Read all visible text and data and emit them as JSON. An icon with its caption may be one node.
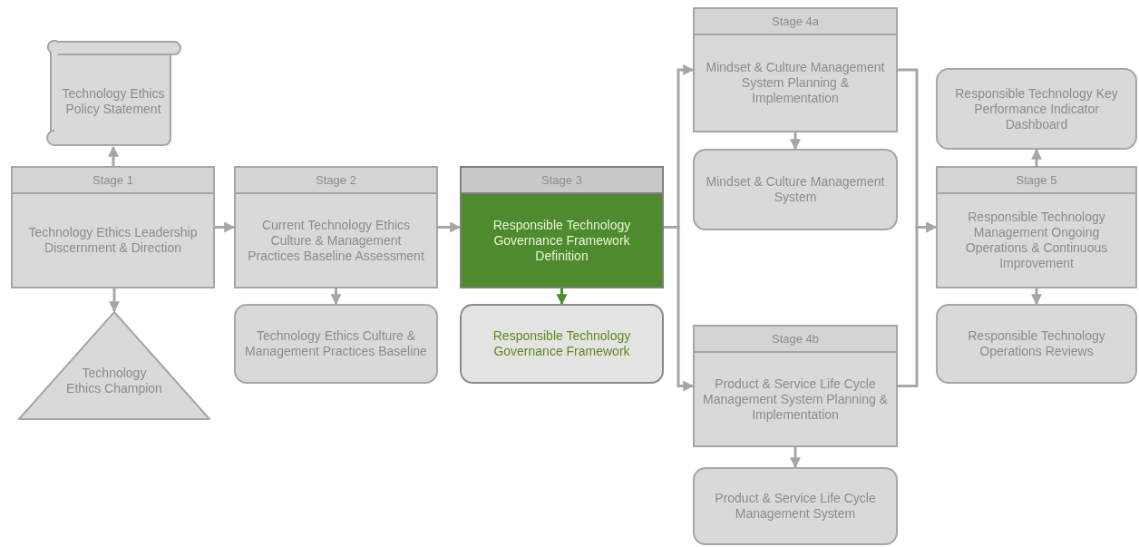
{
  "diagram": {
    "nodes": [
      {
        "text": [
          "Technology Ethics Policy Statement"
        ]
      },
      {
        "text": [
          "Stage 1",
          "Technology Ethics Leadership Discernment & Direction"
        ]
      },
      {
        "text": [
          "Technology Ethics Champion"
        ]
      },
      {
        "text": [
          "Stage 2",
          "Current Technology Ethics Culture & Management Practices Baseline Assessment"
        ]
      },
      {
        "text": [
          "Technology Ethics Culture & Management Practices Baseline"
        ]
      },
      {
        "text": [
          "Stage 3",
          "Responsible Technology Governance Framework Definition"
        ]
      },
      {
        "text": [
          "Responsible Technology Governance Framework"
        ]
      },
      {
        "text": [
          "Stage 4a",
          "Mindset & Culture Management System Planning & Implementation"
        ]
      },
      {
        "text": [
          "Mindset & Culture Management System"
        ]
      },
      {
        "text": [
          "Stage 4b",
          "Product & Service Life Cycle Management System Planning & Implementation"
        ]
      },
      {
        "text": [
          "Product & Service Life Cycle Management System"
        ]
      },
      {
        "text": [
          "Responsible Technology Key Performance Indicator Dashboard"
        ]
      },
      {
        "text": [
          "Stage 5",
          "Responsible Technology Management Ongoing Operations & Continuous Improvement"
        ]
      },
      {
        "text": [
          "Responsible Technology Operations Reviews"
        ]
      }
    ],
    "edges": [
      {
        "from": 1,
        "to": 3,
        "arrow": "to"
      },
      {
        "from": 3,
        "to": 5,
        "arrow": "to"
      },
      {
        "from": 5,
        "to": 7,
        "arrow": "to"
      },
      {
        "from": 5,
        "to": 9,
        "arrow": "to"
      },
      {
        "from": 7,
        "to": 12,
        "arrow": "to"
      },
      {
        "from": 9,
        "to": 12,
        "arrow": "to"
      },
      {
        "from": 1,
        "to": 0,
        "arrow": "to"
      },
      {
        "from": 1,
        "to": 2,
        "arrow": "to"
      },
      {
        "from": 3,
        "to": 4,
        "arrow": "to"
      },
      {
        "from": 5,
        "to": 6,
        "arrow": "to",
        "color": "#4e8a2e"
      },
      {
        "from": 7,
        "to": 8,
        "arrow": "to"
      },
      {
        "from": 9,
        "to": 10,
        "arrow": "to"
      },
      {
        "from": 12,
        "to": 11,
        "arrow": "to"
      },
      {
        "from": 12,
        "to": 13,
        "arrow": "to"
      }
    ]
  }
}
